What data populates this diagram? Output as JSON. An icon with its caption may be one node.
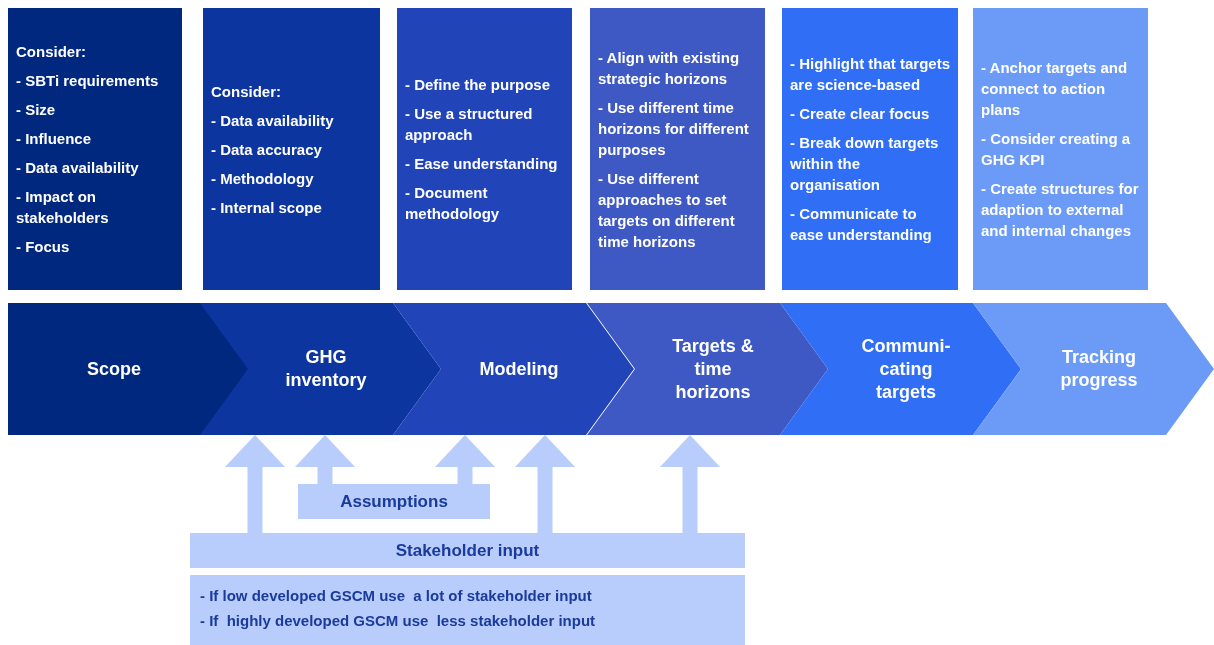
{
  "diagram": {
    "nodes": [
      {
        "text": [
          "Consider:",
          "- SBTi requirements",
          "- Size",
          "- Influence",
          "- Data availability",
          "- Impact on stakeholders",
          "- Focus"
        ]
      },
      {
        "text": [
          "Consider:",
          "- Data availability",
          "- Data accuracy",
          "- Methodology",
          "- Internal scope"
        ]
      },
      {
        "text": [
          "- Define the purpose",
          "- Use a structured approach",
          "- Ease understanding",
          "- Document methodology"
        ]
      },
      {
        "text": [
          "- Align with existing strategic horizons",
          "- Use different time horizons for different purposes",
          "- Use different approaches to set targets on different time horizons"
        ]
      },
      {
        "text": [
          "- Highlight that targets are science-based",
          "- Create clear focus",
          "- Break down targets within the organisation",
          "- Communicate to ease understanding"
        ]
      },
      {
        "text": [
          "- Anchor targets and connect to action plans",
          "- Consider creating a GHG KPI",
          "- Create structures for adaption to external and internal changes"
        ]
      },
      {
        "text": [
          "Scope"
        ]
      },
      {
        "text": [
          "GHG inventory"
        ]
      },
      {
        "text": [
          "Modeling"
        ]
      },
      {
        "text": [
          "Targets & time horizons"
        ]
      },
      {
        "text": [
          "Communi-cating targets"
        ]
      },
      {
        "text": [
          "Tracking progress"
        ]
      },
      {
        "text": [
          "Assumptions"
        ]
      },
      {
        "text": [
          "Stakeholder input"
        ]
      },
      {
        "text": [
          "- If low developed GSCM use  a lot of stakeholder input",
          "- If  highly developed GSCM use  less stakeholder input"
        ]
      }
    ],
    "edges": [
      {
        "from": 13,
        "to": 7,
        "arrow": "to"
      },
      {
        "from": 12,
        "to": 7,
        "arrow": "to"
      },
      {
        "from": 12,
        "to": 8,
        "arrow": "to"
      },
      {
        "from": 13,
        "to": 8,
        "arrow": "to"
      },
      {
        "from": 13,
        "to": 9,
        "arrow": "to"
      }
    ]
  }
}
